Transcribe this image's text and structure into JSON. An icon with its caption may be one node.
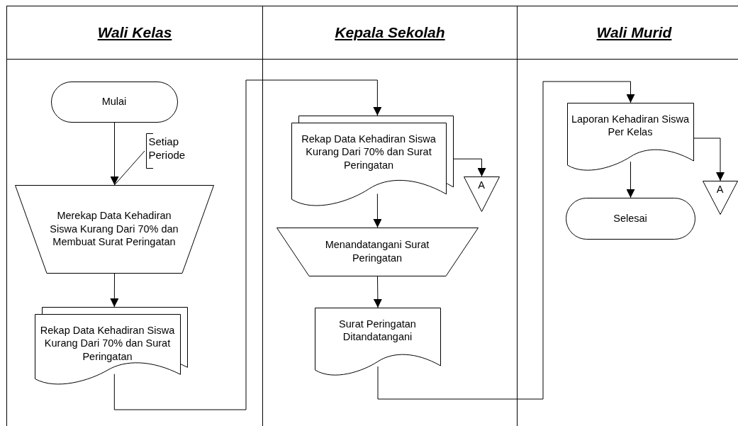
{
  "diagram": {
    "nodes": [
      {
        "text": [
          "Wali Kelas"
        ]
      },
      {
        "text": [
          "Kepala Sekolah"
        ]
      },
      {
        "text": [
          "Wali Murid"
        ]
      },
      {
        "text": [
          "Mulai"
        ],
        "in": 0
      },
      {
        "text": [
          "Setiap Periode"
        ],
        "in": 0
      },
      {
        "text": [
          "Merekap Data Kehadiran Siswa Kurang Dari 70% dan Membuat Surat Peringatan"
        ],
        "in": 0
      },
      {
        "text": [
          "Rekap Data Kehadiran Siswa Kurang Dari 70% dan Surat Peringatan"
        ],
        "in": 0
      },
      {
        "text": [
          "Rekap Data Kehadiran Siswa Kurang Dari 70% dan Surat Peringatan"
        ],
        "in": 1
      },
      {
        "text": [
          "Menandatangani Surat Peringatan"
        ],
        "in": 1
      },
      {
        "text": [
          "Surat Peringatan Ditandatangani"
        ],
        "in": 1
      },
      {
        "text": [
          "A"
        ],
        "in": 1
      },
      {
        "text": [
          "Laporan Kehadiran Siswa Per Kelas"
        ],
        "in": 2
      },
      {
        "text": [
          "Selesai"
        ],
        "in": 2
      },
      {
        "text": [
          "A"
        ],
        "in": 2
      }
    ],
    "edges": [
      {
        "from": 3,
        "to": 5,
        "arrow": "to"
      },
      {
        "from": 4,
        "to": 5,
        "arrow": "none"
      },
      {
        "from": 5,
        "to": 6,
        "arrow": "to"
      },
      {
        "from": 6,
        "to": 7,
        "arrow": "to"
      },
      {
        "from": 7,
        "to": 8,
        "arrow": "to"
      },
      {
        "from": 7,
        "to": 10,
        "arrow": "to"
      },
      {
        "from": 8,
        "to": 9,
        "arrow": "to"
      },
      {
        "from": 9,
        "to": 11,
        "arrow": "to"
      },
      {
        "from": 11,
        "to": 12,
        "arrow": "to"
      },
      {
        "from": 11,
        "to": 13,
        "arrow": "to"
      }
    ]
  }
}
